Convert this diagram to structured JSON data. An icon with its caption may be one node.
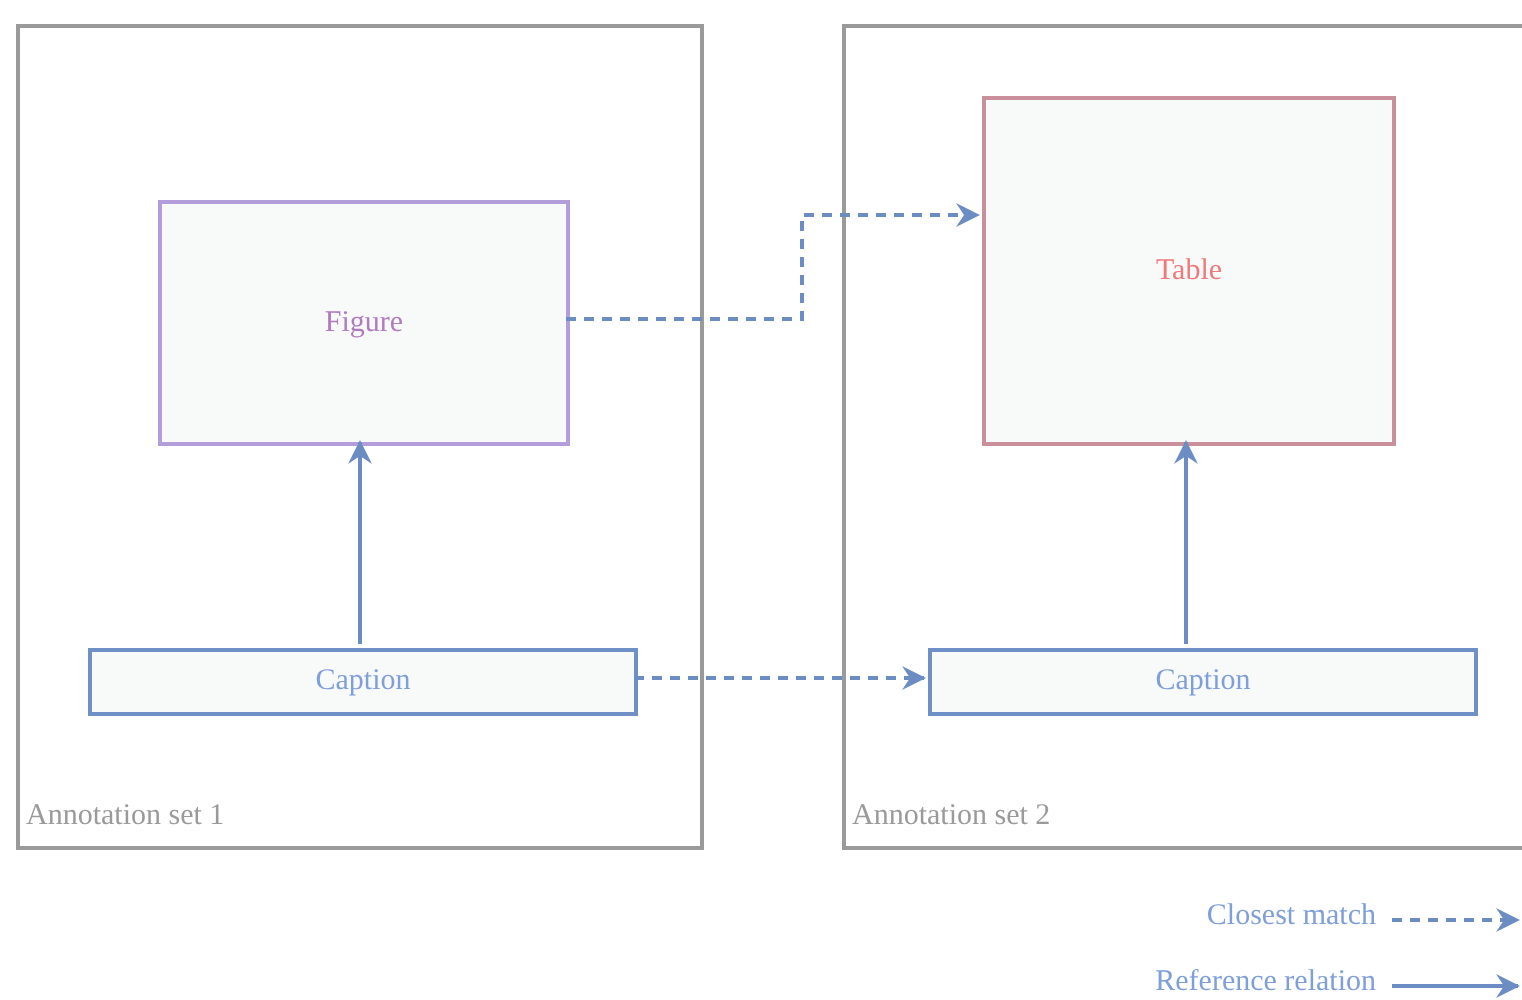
{
  "diagram": {
    "nodes": [
      {
        "text": [
          "Annotation set 1"
        ]
      },
      {
        "text": [
          "Figure"
        ],
        "in": 0
      },
      {
        "text": [
          "Caption"
        ],
        "in": 0
      },
      {
        "text": [
          "Annotation set 2"
        ]
      },
      {
        "text": [
          "Table"
        ],
        "in": 3
      },
      {
        "text": [
          "Caption"
        ],
        "in": 3
      }
    ],
    "edges": [
      {
        "from": 2,
        "to": 1,
        "arrow": "to"
      },
      {
        "from": 1,
        "to": 4,
        "arrow": "to",
        "style": "dashed"
      },
      {
        "from": 2,
        "to": 5,
        "arrow": "to",
        "style": "dashed"
      },
      {
        "from": 5,
        "to": 4,
        "arrow": "to"
      }
    ],
    "legend": [
      {
        "text": "Closest match"
      },
      {
        "text": "Reference relation"
      }
    ]
  }
}
